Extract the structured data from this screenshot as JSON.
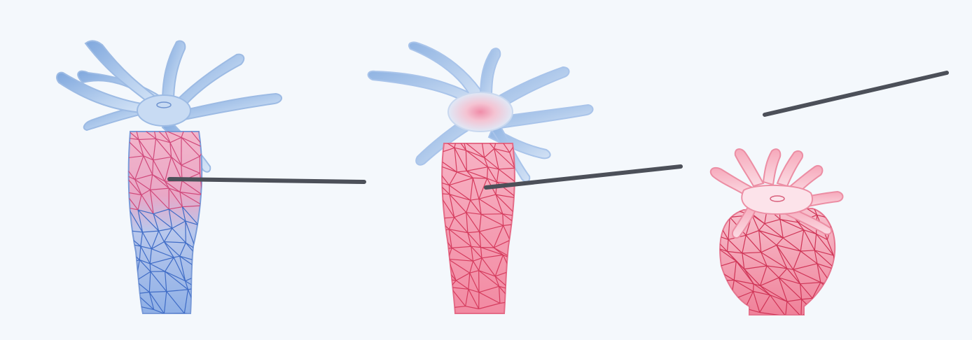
{
  "figure": {
    "background_color": "#f4f8fc",
    "panels": [
      {
        "id": "stage-1",
        "colors": {
          "tentacle": "#a9c6ea",
          "body_top": "#ee8fb0",
          "body_bottom": "#6f98de",
          "mesh": "#3f6cc6",
          "mesh_upper": "#d04a7c",
          "needle": "#555a63"
        }
      },
      {
        "id": "stage-2",
        "colors": {
          "tentacle": "#b8d0ef",
          "head_glow": "#f2a9bf",
          "body": "#f07a94",
          "mesh": "#d53c5e",
          "needle": "#555a63"
        }
      },
      {
        "id": "stage-3",
        "colors": {
          "tentacle": "#f7c4cf",
          "body": "#f08aa0",
          "mesh": "#cf3456",
          "needle": "#555a63"
        }
      }
    ]
  }
}
